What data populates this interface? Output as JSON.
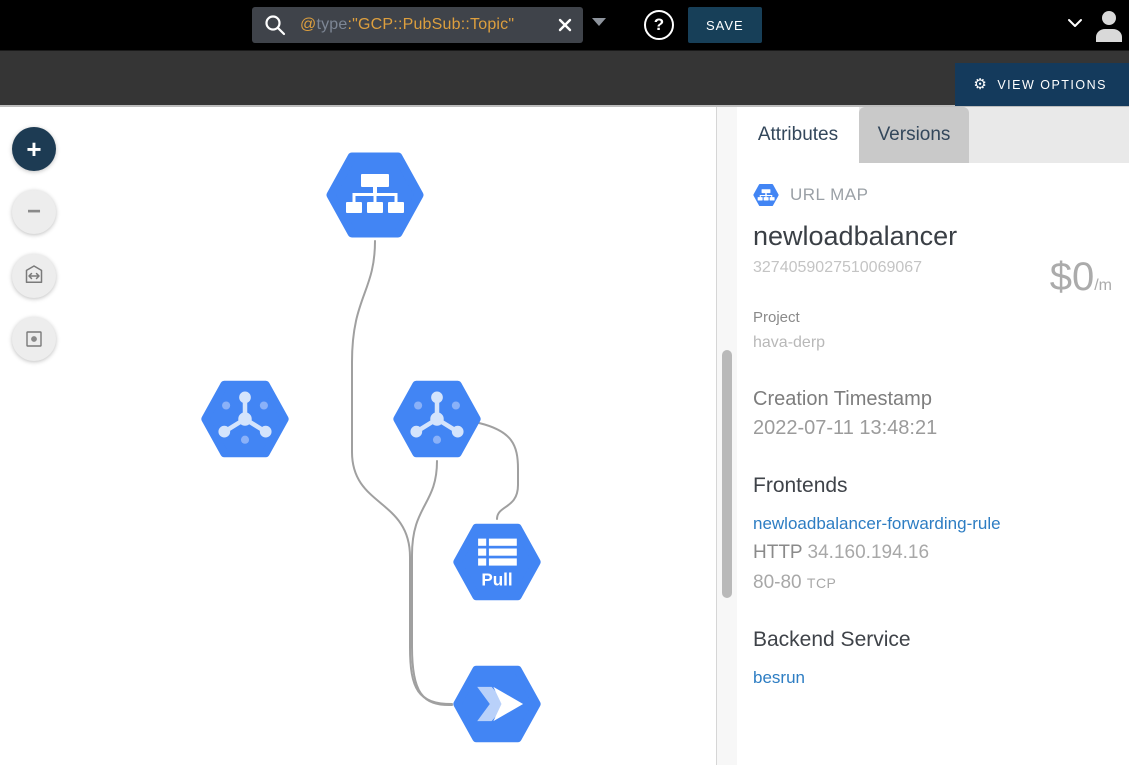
{
  "topbar": {
    "search": {
      "at": "@",
      "key": "type",
      "rest": ":\"GCP::PubSub::Topic\""
    },
    "save_label": "SAVE"
  },
  "viewbar": {
    "view_options_label": "VIEW OPTIONS",
    "gear_glyph": "⚙"
  },
  "canvas_toolbar": {
    "zoom_in": "+",
    "zoom_out": "−"
  },
  "diagram": {
    "pull_label": "Pull",
    "nodes": [
      "url-map",
      "pubsub-topic",
      "pubsub-topic",
      "pubsub-subscription-pull",
      "cloud-run"
    ]
  },
  "panel": {
    "tabs": {
      "attributes": "Attributes",
      "versions": "Versions"
    },
    "resource": {
      "type": "URL MAP",
      "name": "newloadbalancer",
      "id": "3274059027510069067",
      "price": "$0",
      "price_unit": "/m"
    },
    "project_label": "Project",
    "project_value": "hava-derp",
    "created_label": "Creation Timestamp",
    "created_value": "2022-07-11 13:48:21",
    "frontends": {
      "heading": "Frontends",
      "link": "newloadbalancer-forwarding-rule",
      "protocol": "HTTP",
      "ip": "34.160.194.16",
      "ports": "80-80",
      "ports_protocol": "TCP"
    },
    "backend": {
      "heading": "Backend Service",
      "link": "besrun"
    }
  },
  "colors": {
    "hexagon_blue": "#4285f4",
    "navy_button": "#143a5c",
    "link_blue": "#2d7dc3",
    "search_token_orange": "#dd9f3e",
    "search_token_key": "#7d8694"
  }
}
